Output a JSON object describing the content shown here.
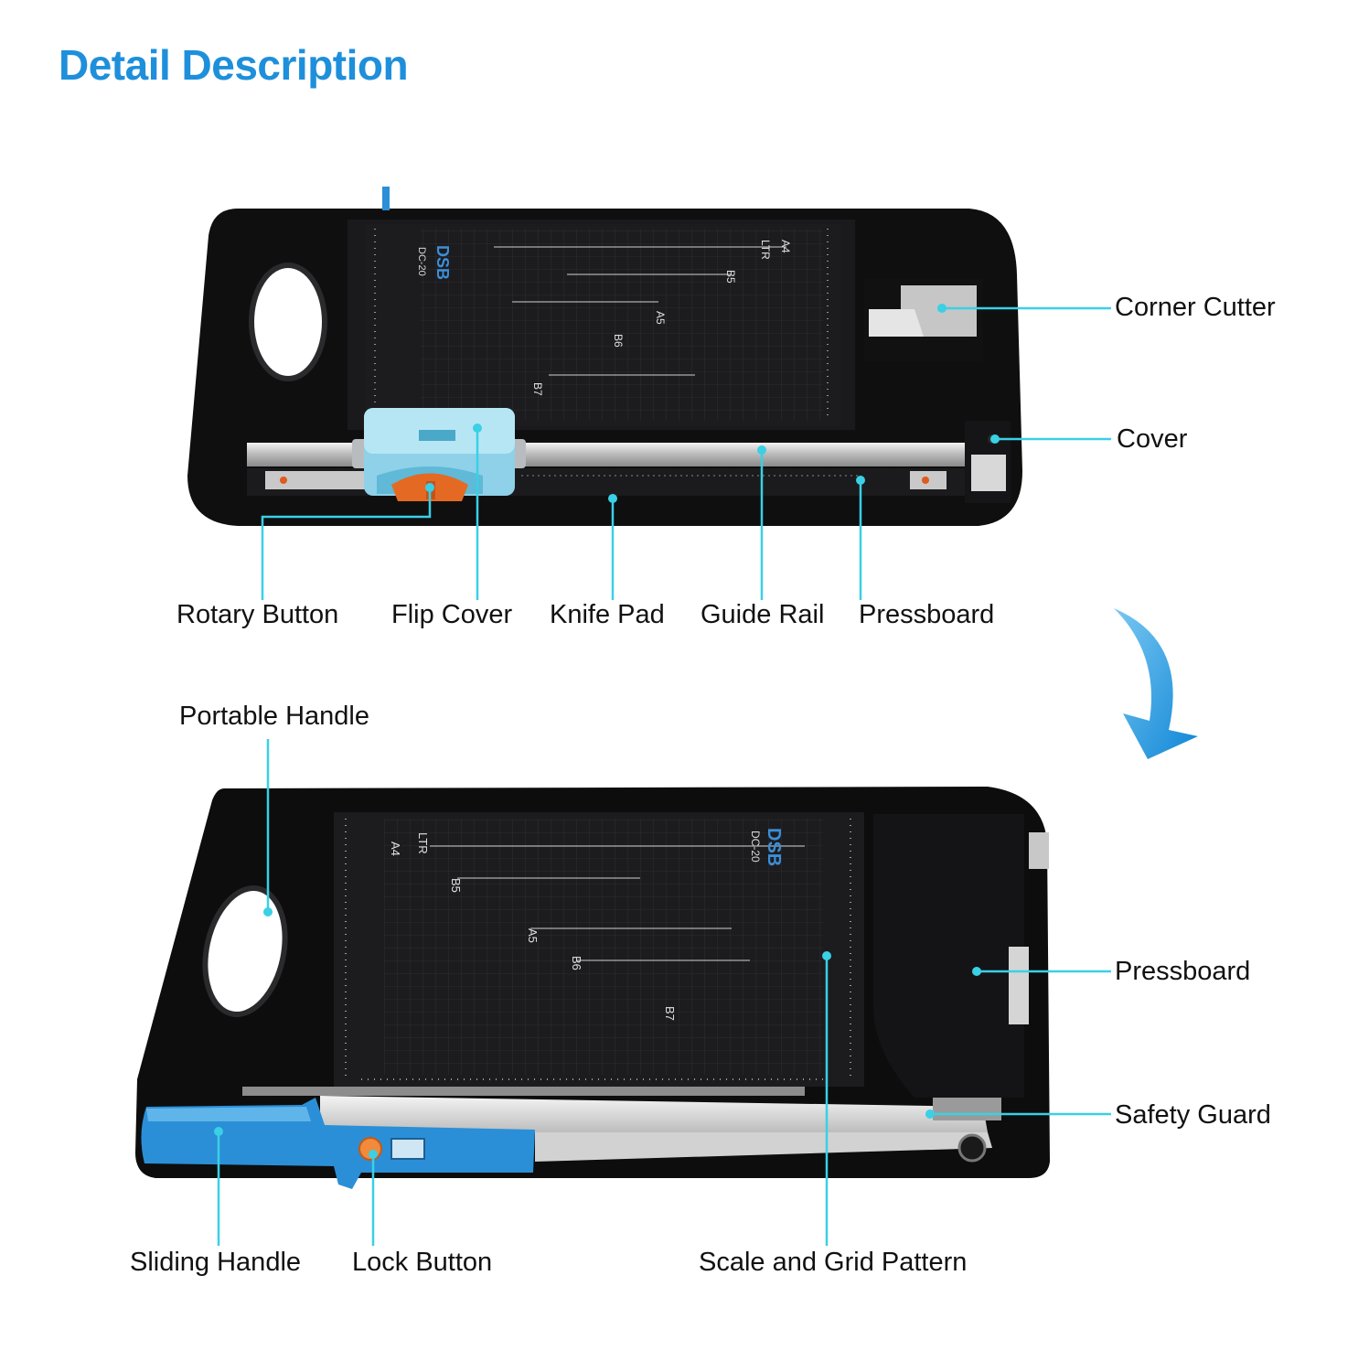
{
  "heading": "Detail Description",
  "colors": {
    "accent": "#1e8fdb",
    "callout": "#3ad0e6",
    "body": "#0d0d0e",
    "handle": "#2a8fd6"
  },
  "board_text": {
    "brand": "DSB",
    "model": "DC-20",
    "sizes": [
      "A4",
      "LTR",
      "B5",
      "A5",
      "B6",
      "B7"
    ]
  },
  "labels_top": {
    "corner_cutter": "Corner Cutter",
    "cover": "Cover",
    "rotary_button": "Rotary Button",
    "flip_cover": "Flip Cover",
    "knife_pad": "Knife Pad",
    "guide_rail": "Guide Rail",
    "pressboard": "Pressboard"
  },
  "labels_bottom": {
    "portable_handle": "Portable Handle",
    "pressboard": "Pressboard",
    "safety_guard": "Safety Guard",
    "sliding_handle": "Sliding Handle",
    "lock_button": "Lock Button",
    "scale_grid": "Scale and Grid Pattern"
  }
}
